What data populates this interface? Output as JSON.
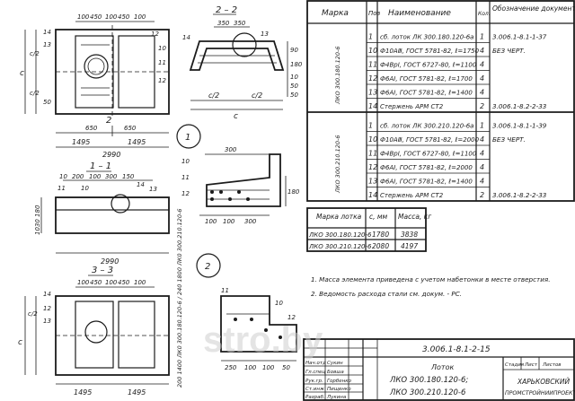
{
  "plan_views": {
    "top": {
      "dims_top": [
        "100",
        "450",
        "100",
        "450",
        "100"
      ],
      "dim_c": "c",
      "dim_c2a": "c/2",
      "dim_c2b": "c/2",
      "dim_50": "50",
      "dims_bottom": [
        "1495",
        "1495"
      ],
      "dim_total": "2990",
      "dims_inner": [
        "650",
        "650"
      ],
      "section_mark": "2",
      "callouts": [
        "14",
        "13",
        "12",
        "10",
        "11",
        "12"
      ]
    },
    "section_11": {
      "title": "1 – 1",
      "dims_top": [
        "10",
        "200",
        "100",
        "300",
        "150"
      ],
      "callouts": [
        "11",
        "10",
        "14",
        "13"
      ],
      "dim_side": "1030 180",
      "dim_total": "2990"
    },
    "section_33": {
      "title": "3 – 3",
      "dims_top": [
        "100",
        "450",
        "100",
        "450",
        "100"
      ],
      "callouts": [
        "14",
        "12",
        "13"
      ],
      "dim_c2a": "c/2",
      "dim_c": "c",
      "dims_bottom": [
        "1495",
        "1495"
      ],
      "vertical_note": "200 1400 ЛК0 300.180.120-6 / 240 1800 ЛК0 300.210.120-6"
    }
  },
  "section_22": {
    "title": "2 – 2",
    "dims_top": [
      "350",
      "350"
    ],
    "callouts": [
      "14",
      "13"
    ],
    "dims_side": [
      "90",
      "180",
      "10",
      "50",
      "50"
    ],
    "dims_bottom": [
      "c/2",
      "c/2",
      "c"
    ]
  },
  "detail_1": {
    "label": "1",
    "dim_top": "300",
    "callouts": [
      "10",
      "11",
      "12"
    ],
    "dims_bottom": [
      "100",
      "100",
      "300"
    ],
    "dim_side": "180"
  },
  "detail_2": {
    "label": "2",
    "callouts": [
      "11",
      "10",
      "12"
    ],
    "dims": [
      "250",
      "100",
      "100",
      "50"
    ]
  },
  "spec_table": {
    "headers": [
      "Марка",
      "Поз",
      "Наименование",
      "Кол.",
      "Обозначение документа"
    ],
    "groups": [
      {
        "mark": "ЛКО 300.180.120-6",
        "rows": [
          {
            "pos": "1",
            "name": "сб. лоток ЛК 300.180.120-6а",
            "qty": "1",
            "doc": "3.006.1-8.1-1-37"
          },
          {
            "pos": "10",
            "name": "Ф10АⅢ, ГОСТ 5781-82, ℓ=1750",
            "qty": "4",
            "doc": "БЕЗ ЧЕРТ."
          },
          {
            "pos": "11",
            "name": "Ф4ВрⅠ, ГОСТ 6727-80, ℓ=1100",
            "qty": "4",
            "doc": ""
          },
          {
            "pos": "12",
            "name": "Ф6АⅠ, ГОСТ 5781-82, ℓ=1700",
            "qty": "4",
            "doc": ""
          },
          {
            "pos": "13",
            "name": "Ф6АⅠ, ГОСТ 5781-82, ℓ=1400",
            "qty": "4",
            "doc": ""
          },
          {
            "pos": "14",
            "name": "Стержень АРМ СТ2",
            "qty": "2",
            "doc": "3.006.1-8.2-2-33"
          }
        ]
      },
      {
        "mark": "ЛКО 300.210.120-6",
        "rows": [
          {
            "pos": "1",
            "name": "сб. лоток ЛК 300.210.120-6а",
            "qty": "1",
            "doc": "3.006.1-8.1-1-39"
          },
          {
            "pos": "10",
            "name": "Ф10АⅢ, ГОСТ 5781-82, ℓ=2000",
            "qty": "4",
            "doc": "БЕЗ ЧЕРТ."
          },
          {
            "pos": "11",
            "name": "Ф4ВрⅠ, ГОСТ 6727-80, ℓ=1100",
            "qty": "4",
            "doc": ""
          },
          {
            "pos": "12",
            "name": "Ф6АⅠ, ГОСТ 5781-82, ℓ=2000",
            "qty": "4",
            "doc": ""
          },
          {
            "pos": "13",
            "name": "Ф6АⅠ, ГОСТ 5781-82, ℓ=1400",
            "qty": "4",
            "doc": ""
          },
          {
            "pos": "14",
            "name": "Стержень АРМ СТ2",
            "qty": "2",
            "doc": "3.006.1-8.2-2-33"
          }
        ]
      }
    ]
  },
  "mass_table": {
    "headers": [
      "Марка лотка",
      "c, мм",
      "Масса, кг"
    ],
    "rows": [
      [
        "ЛКО 300.180.120-6",
        "1780",
        "3838"
      ],
      [
        "ЛКО 300.210.120-6",
        "2080",
        "4197"
      ]
    ]
  },
  "notes": [
    "1. Масса элемента приведена с учетом набетонки в месте отверстия.",
    "2. Ведомость расхода стали см. докум. - РС."
  ],
  "title_block": {
    "code": "3.006.1-8.1-2-15",
    "title_label": "Лоток",
    "title_line1": "ЛКО 300.180.120-6;",
    "title_line2": "ЛКО 300.210.120-6",
    "stage_header": "Стадия",
    "sheet_header": "Лист",
    "sheets_header": "Листов",
    "org_line1": "ХАРЬКОВСКИЙ",
    "org_line2": "ПРОМСТРОЙНИИПРОЕКТ",
    "roles": [
      "Нач.отд",
      "Гл.спец",
      "Рук.гр.",
      "Ст.инж",
      "Разраб."
    ],
    "names": [
      "Сукин",
      "Бовша",
      "Горбенко",
      "Пищенко",
      "Лукина"
    ]
  },
  "watermark": "stro.by"
}
